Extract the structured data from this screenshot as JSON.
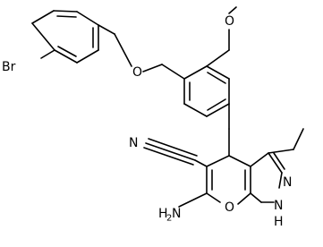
{
  "atom_labels": {
    "bromine": "Br",
    "ether_oxygen": "O",
    "methoxy_oxygen": "O",
    "nitrile_nitrogen": "N",
    "pyran_oxygen": "O",
    "amino_h": "H",
    "amino_subscript": "2",
    "amino_n": "N",
    "pyrazole_n2": "N",
    "pyrazole_n1": "N",
    "pyrazole_nh": "H"
  },
  "colors": {
    "bond": "#000000",
    "label": "#000000",
    "background": "#ffffff"
  }
}
